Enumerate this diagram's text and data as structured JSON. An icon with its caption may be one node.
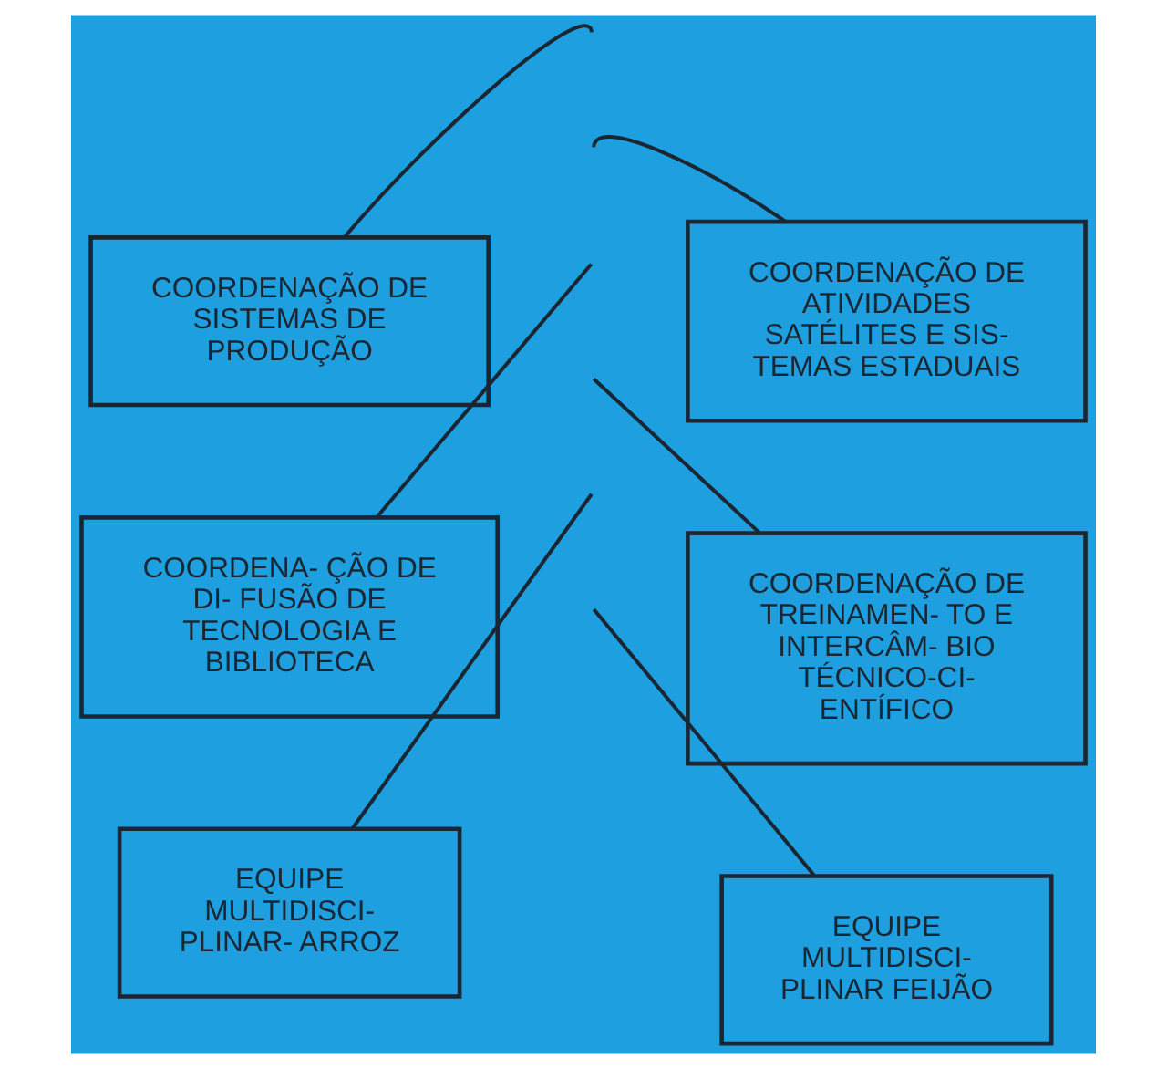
{
  "diagram": {
    "nodes": [
      {
        "text": [
          "COORDENAÇÃO DE SISTEMAS DE PRODUÇÃO"
        ]
      },
      {
        "text": [
          "COORDENAÇÃO DE ATIVIDADES SATÉLITES E SIS- TEMAS ESTADUAIS"
        ]
      },
      {
        "text": [
          "COORDENA- ÇÃO DE DI- FUSÃO DE TECNOLOGIA E BIBLIOTECA"
        ]
      },
      {
        "text": [
          "COORDENAÇÃO DE TREINAMEN- TO E INTERCÂM- BIO TÉCNICO-CI- ENTÍFICO"
        ]
      },
      {
        "text": [
          "EQUIPE MULTIDISCI- PLINAR- ARROZ"
        ]
      },
      {
        "text": [
          "EQUIPE MULTIDISCI- PLINAR FEIJÃO"
        ]
      }
    ],
    "edges": [
      {
        "from": null,
        "to": 0,
        "arrow": "none"
      },
      {
        "from": null,
        "to": 1,
        "arrow": "none"
      },
      {
        "from": null,
        "to": 2,
        "arrow": "none"
      },
      {
        "from": null,
        "to": 3,
        "arrow": "none"
      },
      {
        "from": null,
        "to": 4,
        "arrow": "none"
      },
      {
        "from": null,
        "to": 5,
        "arrow": "none"
      }
    ]
  }
}
